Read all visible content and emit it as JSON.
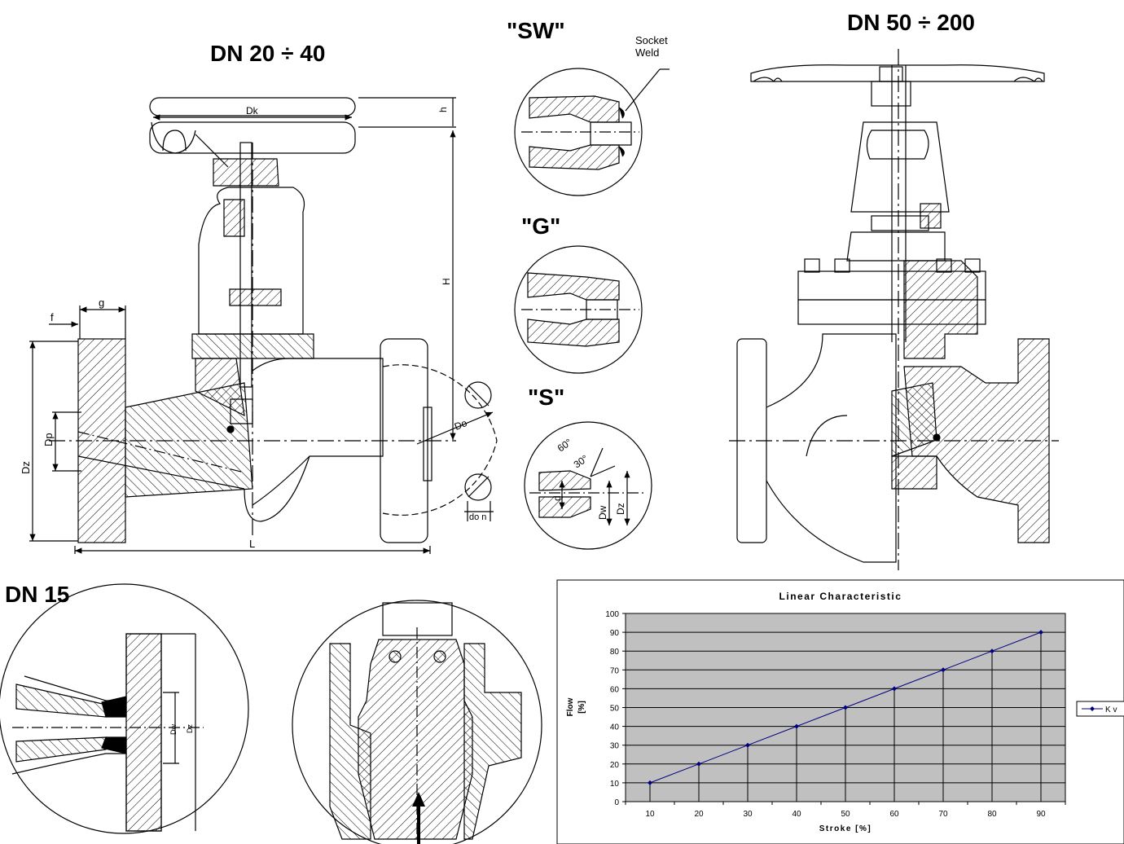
{
  "titles": {
    "dn20_40": "DN 20 ÷ 40",
    "dn50_200": "DN 50 ÷ 200",
    "dn15": "DN  15",
    "sw": "\"SW\"",
    "g": "\"G\"",
    "s": "\"S\""
  },
  "callouts": {
    "socket_weld_line1": "Socket",
    "socket_weld_line2": "Weld"
  },
  "dimensions": {
    "dk": "Dk",
    "h_small": "h",
    "h_big": "H",
    "g": "g",
    "f": "f",
    "dz": "Dz",
    "dp": "Dp",
    "do": "Do",
    "do_n": "do n",
    "l": "L",
    "s_angle60": "60°",
    "s_angle30": "30°",
    "s_d": "d",
    "s_dw": "Dw",
    "s_dz": "Dz",
    "dn15_dw": "Dw",
    "dn15_dz": "Dz"
  },
  "chart_data": {
    "type": "line",
    "title": "Linear Characteristic",
    "xlabel": "Stroke [%]",
    "ylabel_line1": "Flow",
    "ylabel_line2": "[%]",
    "x": [
      10,
      20,
      30,
      40,
      50,
      60,
      70,
      80,
      90
    ],
    "series": [
      {
        "name": "Kv",
        "values": [
          10,
          20,
          30,
          40,
          50,
          60,
          70,
          80,
          90
        ]
      }
    ],
    "xlim": [
      0,
      100
    ],
    "ylim": [
      0,
      100
    ],
    "xticks": [
      "10",
      "20",
      "30",
      "40",
      "50",
      "60",
      "70",
      "80",
      "90"
    ],
    "yticks": [
      "0",
      "10",
      "20",
      "30",
      "40",
      "50",
      "60",
      "70",
      "80",
      "90",
      "100"
    ],
    "grid": true,
    "legend": "right",
    "colors": {
      "plot_bg": "#c0c0c0",
      "line": "#000080",
      "marker": "#000080"
    }
  }
}
